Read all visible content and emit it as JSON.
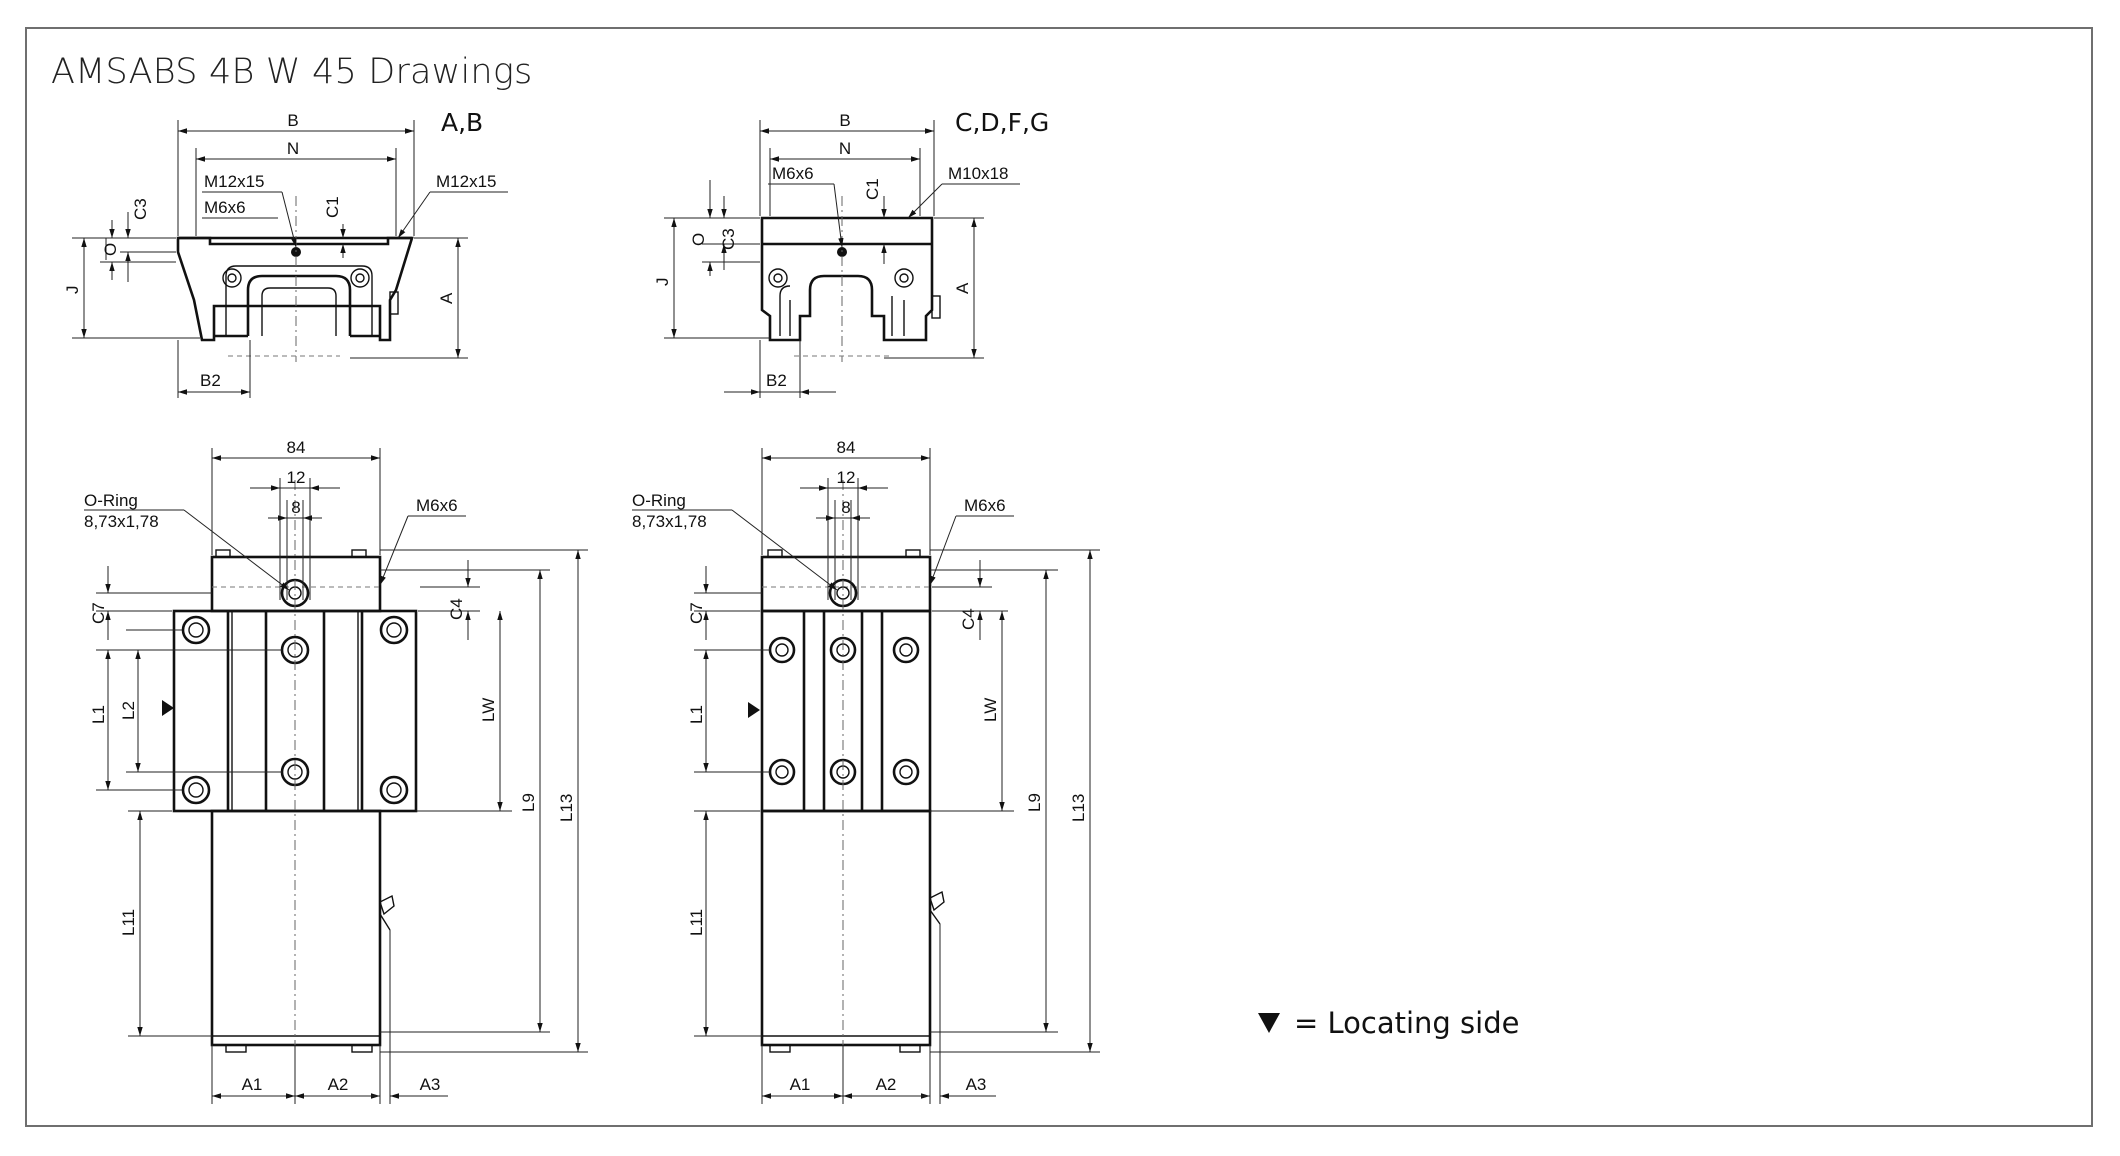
{
  "title": "AMSABS 4B W 45 Drawings",
  "variants": {
    "left": "A,B",
    "right": "C,D,F,G"
  },
  "legend": {
    "icon": "locating-side-triangle",
    "text": "= Locating side"
  },
  "top_left": {
    "dims": {
      "B": "B",
      "N": "N",
      "M_right": "M12x15",
      "M_top": "M12x15",
      "M_small": "M6x6",
      "C1": "C1",
      "C3": "C3",
      "O": "O",
      "J": "J",
      "A": "A",
      "B2": "B2"
    }
  },
  "top_right": {
    "dims": {
      "B": "B",
      "N": "N",
      "M_right": "M10x18",
      "M_small": "M6x6",
      "C1": "C1",
      "C3": "C3",
      "O": "O",
      "J": "J",
      "A": "A",
      "B2": "B2"
    }
  },
  "plan_left": {
    "dims": {
      "w84": "84",
      "w12": "12",
      "w8": "8",
      "oring1": "O-Ring",
      "oring2": "8,73x1,78",
      "m6": "M6x6",
      "C7": "C7",
      "C4": "C4",
      "L1": "L1",
      "L2": "L2",
      "LW": "LW",
      "L9": "L9",
      "L13": "L13",
      "L11": "L11",
      "A1": "A1",
      "A2": "A2",
      "A3": "A3"
    }
  },
  "plan_right": {
    "dims": {
      "w84": "84",
      "w12": "12",
      "w8": "8",
      "oring1": "O-Ring",
      "oring2": "8,73x1,78",
      "m6": "M6x6",
      "C7": "C7",
      "C4": "C4",
      "L1": "L1",
      "LW": "LW",
      "L9": "L9",
      "L13": "L13",
      "L11": "L11",
      "A1": "A1",
      "A2": "A2",
      "A3": "A3"
    }
  }
}
